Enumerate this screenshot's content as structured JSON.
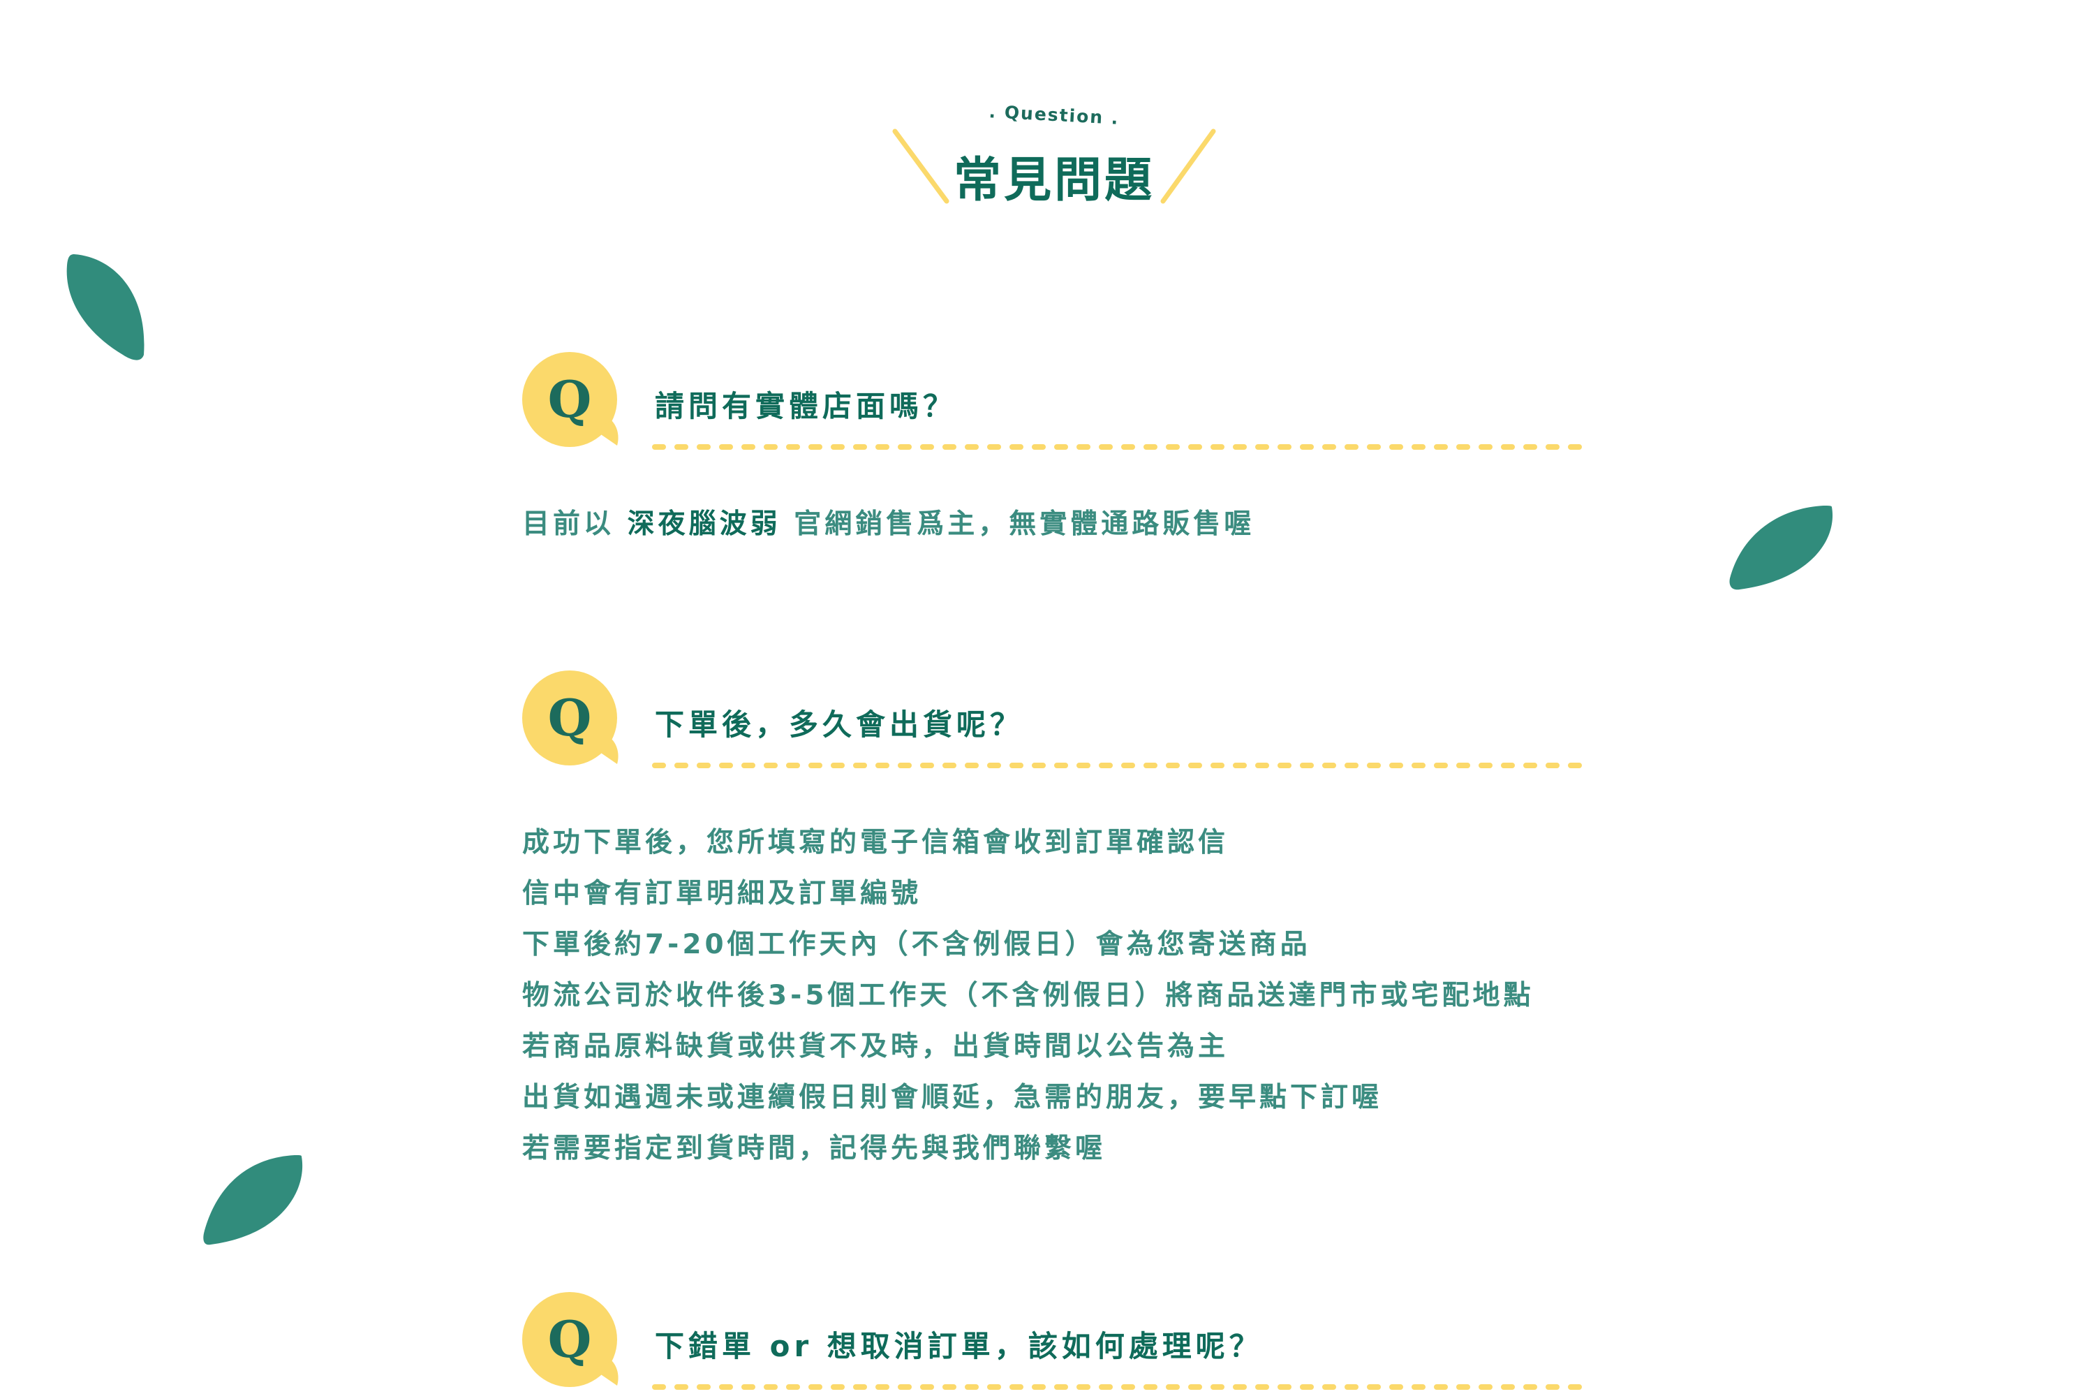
{
  "header": {
    "subtitle": ". Question .",
    "title": "常見問題"
  },
  "colors": {
    "accent_yellow": "#fbd96b",
    "leaf_green": "#318c7c",
    "heading_green": "#0f6b5a",
    "text_green": "#3b8c80"
  },
  "faq": [
    {
      "badge": "Q",
      "question": "請問有實體店面嗎？",
      "answer": {
        "before": "目前以",
        "brand": "深夜腦波弱",
        "after": "官網銷售爲主，無實體通路販售喔"
      }
    },
    {
      "badge": "Q",
      "question": "下單後，多久會出貨呢？",
      "answer_lines": [
        "成功下單後，您所填寫的電子信箱會收到訂單確認信",
        "信中會有訂單明細及訂單編號",
        "下單後約7-20個工作天內（不含例假日）會為您寄送商品",
        "物流公司於收件後3-5個工作天（不含例假日）將商品送達門市或宅配地點",
        "若商品原料缺貨或供貨不及時，出貨時間以公告為主",
        "出貨如遇週未或連續假日則會順延，急需的朋友，要早點下訂喔",
        "若需要指定到貨時間，記得先與我們聯繫喔"
      ]
    },
    {
      "badge": "Q",
      "question": "下錯單 or 想取消訂單，該如何處理呢？"
    }
  ]
}
